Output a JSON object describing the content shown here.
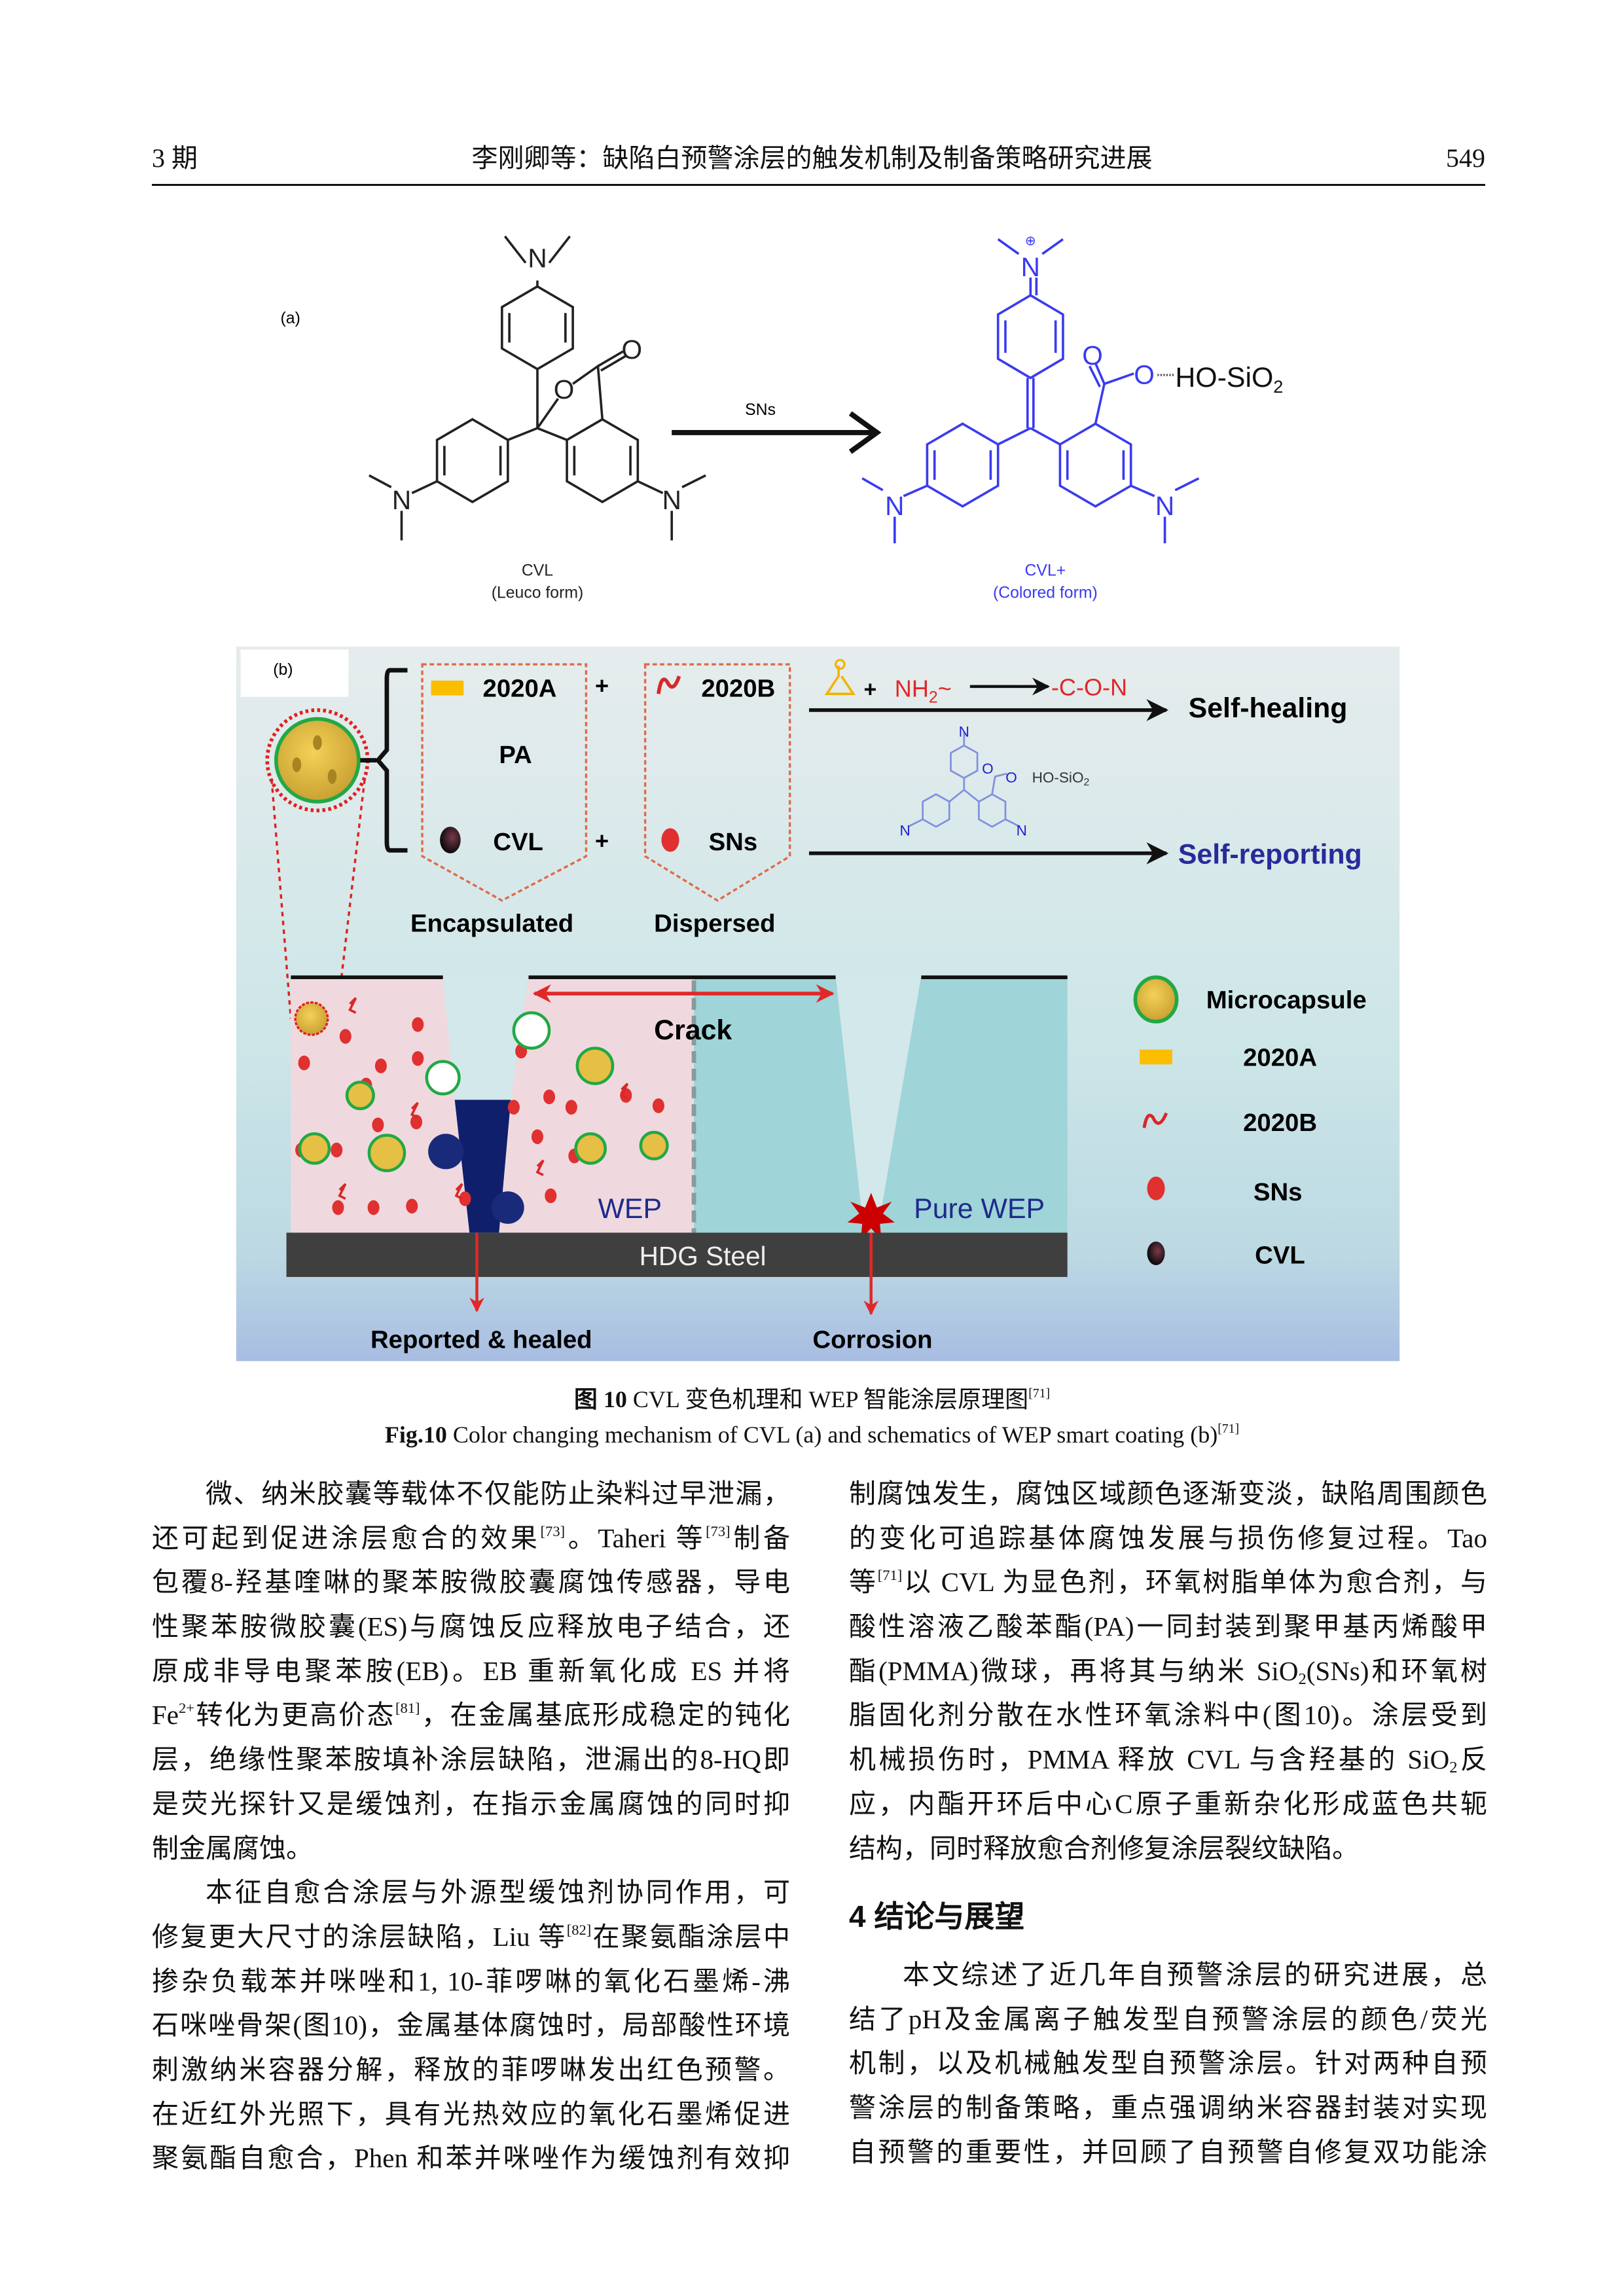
{
  "header": {
    "issue": "3 期",
    "title": "李刚卿等：缺陷白预警涂层的触发机制及制备策略研究进展",
    "page": "549"
  },
  "figure": {
    "a": {
      "label": "(a)",
      "reagent": "SNs",
      "atom_N": "N",
      "atom_O": "O",
      "charge": "⊕",
      "hosio": "HO-SiO",
      "hosio_sub": "2",
      "left_name": "CVL",
      "left_form": "(Leuco form)",
      "right_name": "CVL+",
      "right_form": "(Colored form)",
      "colors": {
        "leuco": "#222222",
        "colored": "#3a3af0"
      }
    },
    "b": {
      "label": "(b)",
      "box1_top": "2020A",
      "box1_mid": "PA",
      "box1_bottom": "CVL",
      "box2_top": "2020B",
      "box2_bottom": "SNs",
      "plus": "+",
      "encapsulated": "Encapsulated",
      "dispersed": "Dispersed",
      "nh2": "NH",
      "nh2_sub": "2",
      "nh2_tail": "~",
      "con": "-C-O-N",
      "self_healing": "Self-healing",
      "self_reporting": "Self-reporting",
      "crack": "Crack",
      "wep": "WEP",
      "pure_wep": "Pure WEP",
      "steel": "HDG Steel",
      "reported": "Reported & healed",
      "corrosion": "Corrosion",
      "legend": [
        "Microcapsule",
        "2020A",
        "2020B",
        "SNs",
        "CVL"
      ],
      "colors": {
        "coating_left": "#efd9df",
        "coating_right": "#9fd4d8",
        "steel": "#3f3f3f",
        "sns": "#e03030",
        "capsule": "#e6bf45",
        "capsule_rim": "#22a845",
        "healing": "#0f1f6b",
        "wep_text": "#1e2a8a",
        "self_reporting": "#2a2a9a",
        "red": "#e02828"
      }
    }
  },
  "caption": {
    "cn_label": "图 10",
    "cn_text": " CVL 变色机理和 WEP 智能涂层原理图",
    "cn_ref": "[71]",
    "en_label": "Fig.10",
    "en_text": " Color changing mechanism of CVL (a) and schematics of WEP smart coating (b)",
    "en_ref": "[71]"
  },
  "body": {
    "left": [
      {
        "cls": "ind",
        "seg": [
          "微、纳米胶囊等载体不仅能防止染料过早泄漏，"
        ]
      },
      {
        "seg": [
          "还可起到促进涂层愈合的效果",
          {
            "sup": "[73]"
          },
          "。Taheri 等",
          {
            "sup": "[73]"
          },
          "制备"
        ]
      },
      {
        "seg": [
          "包覆8-羟基喹啉的聚苯胺微胶囊腐蚀传感器，导电"
        ]
      },
      {
        "seg": [
          "性聚苯胺微胶囊(ES)与腐蚀反应释放电子结合，还"
        ]
      },
      {
        "seg": [
          "原成非导电聚苯胺(EB)。EB 重新氧化成 ES 并将"
        ]
      },
      {
        "seg": [
          "Fe",
          {
            "sup": "2+"
          },
          "转化为更高价态",
          {
            "sup": "[81]"
          },
          "，在金属基底形成稳定的钝化"
        ]
      },
      {
        "seg": [
          "层，绝缘性聚苯胺填补涂层缺陷，泄漏出的8-HQ即"
        ]
      },
      {
        "seg": [
          "是荧光探针又是缓蚀剂，在指示金属腐蚀的同时抑"
        ]
      },
      {
        "cls": "end",
        "seg": [
          "制金属腐蚀。"
        ]
      },
      {
        "cls": "ind",
        "seg": [
          "本征自愈合涂层与外源型缓蚀剂协同作用，可"
        ]
      },
      {
        "seg": [
          "修复更大尺寸的涂层缺陷，Liu 等",
          {
            "sup": "[82]"
          },
          "在聚氨酯涂层中"
        ]
      },
      {
        "seg": [
          "掺杂负载苯并咪唑和1, 10-菲啰啉的氧化石墨烯-沸"
        ]
      },
      {
        "seg": [
          "石咪唑骨架(图10)，金属基体腐蚀时，局部酸性环境"
        ]
      },
      {
        "seg": [
          "刺激纳米容器分解，释放的菲啰啉发出红色预警。"
        ]
      },
      {
        "seg": [
          "在近红外光照下，具有光热效应的氧化石墨烯促进"
        ]
      },
      {
        "seg": [
          "聚氨酯自愈合，Phen 和苯并咪唑作为缓蚀剂有效抑"
        ]
      }
    ],
    "right_a": [
      {
        "seg": [
          "制腐蚀发生，腐蚀区域颜色逐渐变淡，缺陷周围颜色"
        ]
      },
      {
        "seg": [
          "的变化可追踪基体腐蚀发展与损伤修复过程。Tao"
        ]
      },
      {
        "seg": [
          "等",
          {
            "sup": "[71]"
          },
          "以 CVL 为显色剂，环氧树脂单体为愈合剂，与"
        ]
      },
      {
        "seg": [
          "酸性溶液乙酸苯酯(PA)一同封装到聚甲基丙烯酸甲"
        ]
      },
      {
        "seg": [
          "酯(PMMA)微球，再将其与纳米 SiO",
          {
            "sub": "2"
          },
          "(SNs)和环氧树"
        ]
      },
      {
        "seg": [
          "脂固化剂分散在水性环氧涂料中(图10)。涂层受到"
        ]
      },
      {
        "seg": [
          "机械损伤时，PMMA 释放 CVL 与含羟基的 SiO",
          {
            "sub": "2"
          },
          "反"
        ]
      },
      {
        "seg": [
          "应，内酯开环后中心C原子重新杂化形成蓝色共轭"
        ]
      },
      {
        "cls": "end",
        "seg": [
          "结构，同时释放愈合剂修复涂层裂纹缺陷。"
        ]
      }
    ],
    "section_heading": "4  结论与展望",
    "right_b": [
      {
        "cls": "ind",
        "seg": [
          "本文综述了近几年自预警涂层的研究进展，总"
        ]
      },
      {
        "seg": [
          "结了pH及金属离子触发型自预警涂层的颜色/荧光"
        ]
      },
      {
        "seg": [
          "机制，以及机械触发型自预警涂层。针对两种自预"
        ]
      },
      {
        "seg": [
          "警涂层的制备策略，重点强调纳米容器封装对实现"
        ]
      },
      {
        "seg": [
          "自预警的重要性，并回顾了自预警自修复双功能涂"
        ]
      }
    ]
  }
}
